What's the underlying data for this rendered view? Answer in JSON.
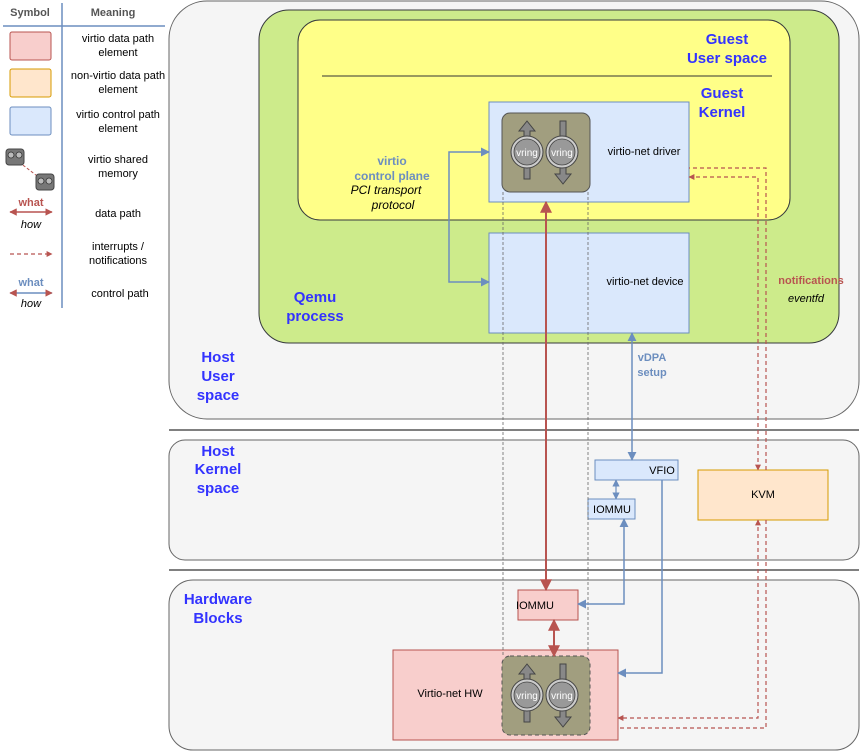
{
  "legend": {
    "header_symbol": "Symbol",
    "header_meaning": "Meaning",
    "rows": [
      {
        "symbol": "pink-box",
        "meaning": [
          "virtio data path",
          "element"
        ]
      },
      {
        "symbol": "orange-box",
        "meaning": [
          "non-virtio data path",
          "element"
        ]
      },
      {
        "symbol": "blue-box",
        "meaning": [
          "virtio control path",
          "element"
        ]
      },
      {
        "symbol": "shared-memory-icon",
        "meaning": [
          "virtio shared",
          "memory"
        ]
      },
      {
        "symbol": "red-double-arrow",
        "what": "what",
        "how": "how",
        "meaning": [
          "data path"
        ]
      },
      {
        "symbol": "red-dashed-arrow",
        "meaning": [
          "interrupts /",
          "notifications"
        ]
      },
      {
        "symbol": "blue-double-arrow",
        "what": "what",
        "how": "how",
        "meaning": [
          "control path"
        ]
      }
    ]
  },
  "regions": {
    "host_user_space": [
      "Host",
      "User",
      "space"
    ],
    "host_kernel_space": [
      "Host",
      "Kernel",
      "space"
    ],
    "hardware_blocks": [
      "Hardware",
      "Blocks"
    ],
    "qemu_process": [
      "Qemu",
      "process"
    ],
    "guest_user_space": [
      "Guest",
      "User space"
    ],
    "guest_kernel": [
      "Guest",
      "Kernel"
    ]
  },
  "blocks": {
    "virtio_net_driver": "virtio-net driver",
    "virtio_net_device": "virtio-net device",
    "vfio": "VFIO",
    "iommu_host": "IOMMU",
    "kvm": "KVM",
    "iommu_hw": "IOMMU",
    "virtio_net_hw": "Virtio-net HW",
    "vring": "vring"
  },
  "labels": {
    "control_plane_title": [
      "virtio",
      "control plane"
    ],
    "control_plane_how": [
      "PCI transport",
      "protocol"
    ],
    "vdpa_setup": [
      "vDPA",
      "setup"
    ],
    "notifications": "notifications",
    "eventfd": "eventfd"
  },
  "colors": {
    "region_fill": "#f5f5f5",
    "qemu_fill": "#cdeb8b",
    "guest_fill": "#ffff88",
    "blue_box": "#dae8fc",
    "blue_stroke": "#6c8ebf",
    "pink_box": "#f8cecc",
    "pink_stroke": "#b85450",
    "orange_box": "#ffe6cc",
    "orange_stroke": "#d79b00",
    "title_blue": "#3333ff",
    "data_red": "#b85450",
    "control_blue": "#6c8ebf"
  }
}
